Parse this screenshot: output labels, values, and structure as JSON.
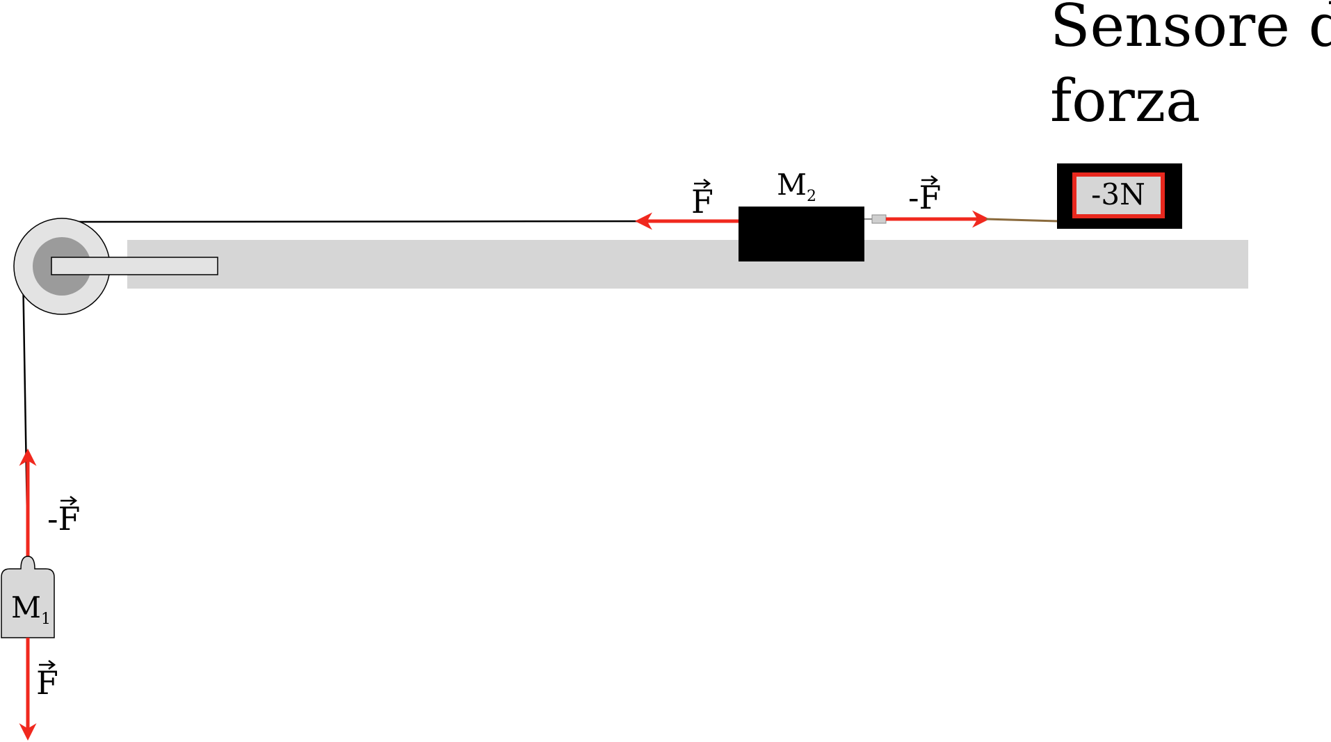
{
  "sensor": {
    "title_line1": "Sensore di",
    "title_line2": "forza",
    "reading": "-3N"
  },
  "masses": {
    "m1": {
      "base": "M",
      "sub": "1"
    },
    "m2": {
      "base": "M",
      "sub": "2"
    }
  },
  "forces": {
    "f_left_of_m2": "F",
    "f_right_of_m2": "-F",
    "f_up_m1": "-F",
    "f_down_m1": "F"
  },
  "colors": {
    "force_arrow": "#f0281e",
    "table": "#d6d6d6",
    "pulley_outer": "#e3e3e3",
    "pulley_inner": "#9b9b9b",
    "block": "#000000",
    "sensor_frame": "#e8281e",
    "cable": "#8a6a3c"
  }
}
